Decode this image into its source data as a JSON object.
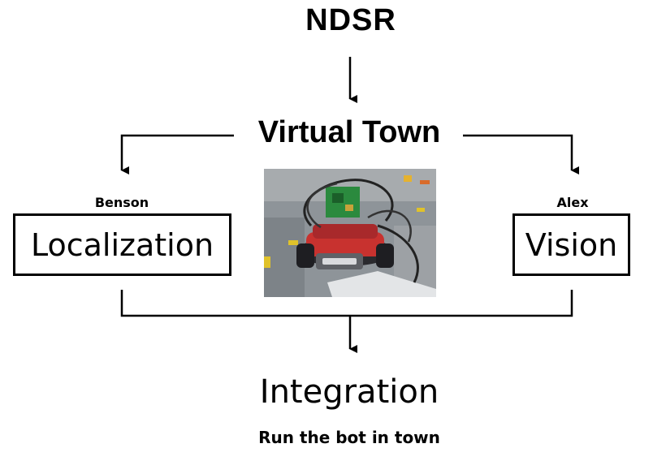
{
  "title": "NDSR",
  "virtual_town": "Virtual Town",
  "left": {
    "owner": "Benson",
    "label": "Localization"
  },
  "right": {
    "owner": "Alex",
    "label": "Vision"
  },
  "integration": {
    "label": "Integration",
    "subtitle": "Run the bot in town"
  }
}
